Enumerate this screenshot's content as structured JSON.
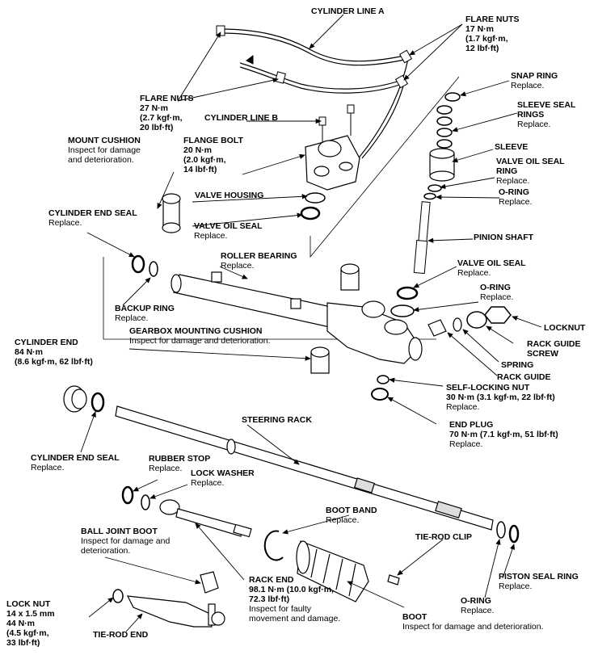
{
  "labels": {
    "cylinder_line_a": {
      "title": "CYLINDER LINE A",
      "sub": []
    },
    "flare_nuts_top": {
      "title": "FLARE NUTS",
      "sub": [
        "17 N·m",
        "(1.7 kgf·m,",
        "12 lbf·ft)"
      ]
    },
    "snap_ring": {
      "title": "SNAP RING",
      "sub": [
        "Replace."
      ]
    },
    "sleeve_seal_rings": {
      "title": "SLEEVE SEAL",
      "sub": [
        "RINGS",
        "Replace."
      ]
    },
    "flare_nuts_left": {
      "title": "FLARE NUTS",
      "sub": [
        "27 N·m",
        "(2.7 kgf·m,",
        "20 lbf·ft)"
      ]
    },
    "cylinder_line_b": {
      "title": "CYLINDER LINE B",
      "sub": []
    },
    "mount_cushion": {
      "title": "MOUNT CUSHION",
      "sub": [
        "Inspect for damage",
        "and deterioration."
      ]
    },
    "flange_bolt": {
      "title": "FLANGE BOLT",
      "sub": [
        "20 N·m",
        "(2.0 kgf·m,",
        "14 lbf·ft)"
      ]
    },
    "sleeve": {
      "title": "SLEEVE",
      "sub": []
    },
    "valve_oil_seal_ring": {
      "title": "VALVE OIL SEAL",
      "sub": [
        "RING",
        "Replace."
      ]
    },
    "o_ring_top": {
      "title": "O-RING",
      "sub": [
        "Replace."
      ]
    },
    "valve_housing": {
      "title": "VALVE HOUSING",
      "sub": []
    },
    "cylinder_end_seal_top": {
      "title": "CYLINDER END SEAL",
      "sub": [
        "Replace."
      ]
    },
    "valve_oil_seal_left": {
      "title": "VALVE OIL SEAL",
      "sub": [
        "Replace."
      ]
    },
    "pinion_shaft": {
      "title": "PINION SHAFT",
      "sub": []
    },
    "roller_bearing": {
      "title": "ROLLER BEARING",
      "sub": [
        "Replace."
      ]
    },
    "valve_oil_seal_right": {
      "title": "VALVE OIL SEAL",
      "sub": [
        "Replace."
      ]
    },
    "o_ring_mid": {
      "title": "O-RING",
      "sub": [
        "Replace."
      ]
    },
    "backup_ring": {
      "title": "BACKUP RING",
      "sub": [
        "Replace."
      ]
    },
    "locknut": {
      "title": "LOCKNUT",
      "sub": []
    },
    "rack_guide_screw": {
      "title": "RACK GUIDE",
      "sub": [
        "SCREW"
      ]
    },
    "gearbox_mounting_cushion": {
      "title": "GEARBOX MOUNTING CUSHION",
      "sub": [
        "Inspect for damage and deterioration."
      ]
    },
    "cylinder_end": {
      "title": "CYLINDER END",
      "sub": [
        "84 N·m",
        "(8.6 kgf·m, 62 lbf·ft)"
      ]
    },
    "spring": {
      "title": "SPRING",
      "sub": []
    },
    "rack_guide": {
      "title": "RACK GUIDE",
      "sub": []
    },
    "self_locking_nut": {
      "title": "SELF-LOCKING NUT",
      "sub": [
        "30 N·m (3.1 kgf·m, 22 lbf·ft)",
        "Replace."
      ]
    },
    "steering_rack": {
      "title": "STEERING RACK",
      "sub": []
    },
    "end_plug": {
      "title": "END PLUG",
      "sub": [
        "70 N·m (7.1 kgf·m, 51 lbf·ft)",
        "Replace."
      ]
    },
    "cylinder_end_seal_bottom": {
      "title": "CYLINDER END SEAL",
      "sub": [
        "Replace."
      ]
    },
    "rubber_stop": {
      "title": "RUBBER STOP",
      "sub": [
        "Replace."
      ]
    },
    "lock_washer": {
      "title": "LOCK WASHER",
      "sub": [
        "Replace."
      ]
    },
    "boot_band": {
      "title": "BOOT BAND",
      "sub": [
        "Replace."
      ]
    },
    "ball_joint_boot": {
      "title": "BALL JOINT BOOT",
      "sub": [
        "Inspect for damage and",
        "deterioration."
      ]
    },
    "tie_rod_clip": {
      "title": "TIE-ROD CLIP",
      "sub": []
    },
    "piston_seal_ring": {
      "title": "PISTON SEAL RING",
      "sub": [
        "Replace."
      ]
    },
    "rack_end": {
      "title": "RACK END",
      "sub": [
        "98.1 N·m (10.0 kgf·m,",
        "72.3 lbf·ft)",
        "Inspect for faulty",
        "movement and damage."
      ]
    },
    "o_ring_bottom": {
      "title": "O-RING",
      "sub": [
        "Replace."
      ]
    },
    "lock_nut": {
      "title": "LOCK NUT",
      "sub": [
        "14 x 1.5 mm",
        "44 N·m",
        "(4.5 kgf·m,",
        "33 lbf·ft)"
      ]
    },
    "tie_rod_end": {
      "title": "TIE-ROD END",
      "sub": []
    },
    "boot": {
      "title": "BOOT",
      "sub": [
        "Inspect for damage and deterioration."
      ]
    }
  }
}
